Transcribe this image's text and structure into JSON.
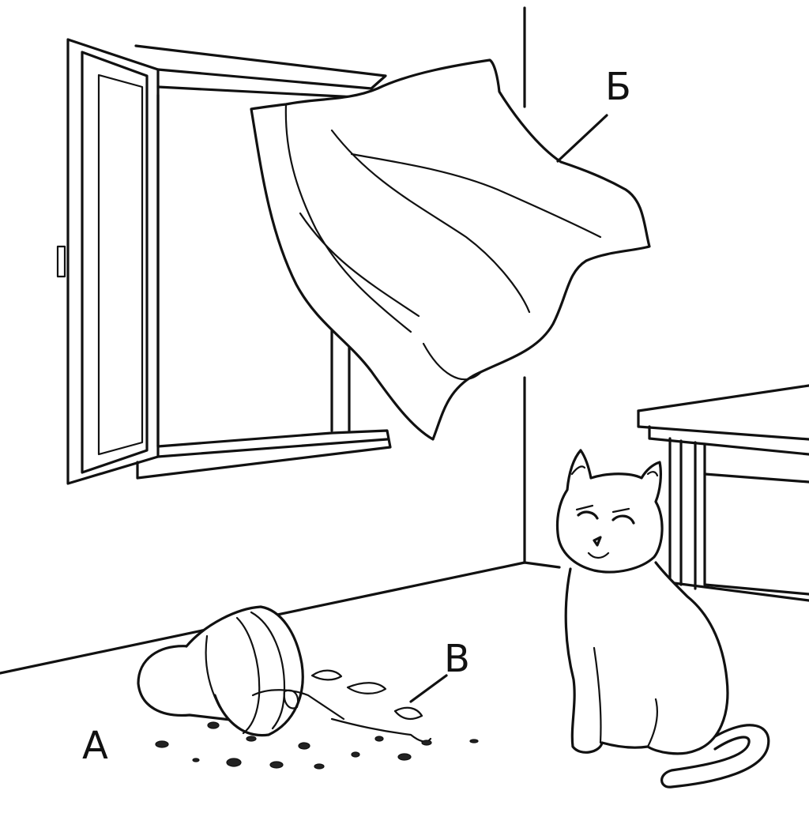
{
  "labels": {
    "a": "А",
    "b": "Б",
    "v": "В"
  },
  "style": {
    "ink_color": "#111111",
    "background": "#ffffff"
  },
  "icons": {
    "window": "open-window-icon",
    "curtain": "curtain-icon",
    "pot": "broken-flower-pot-icon",
    "cat": "cat-icon",
    "table": "table-icon"
  }
}
